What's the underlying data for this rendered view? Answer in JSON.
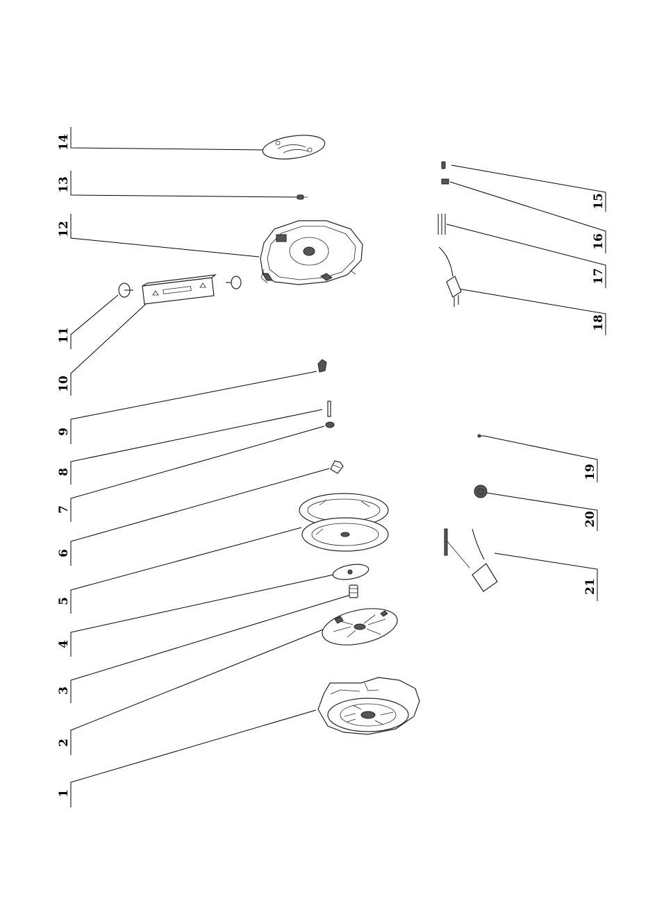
{
  "callouts": [
    {
      "id": "1",
      "label": "1"
    },
    {
      "id": "2",
      "label": "2"
    },
    {
      "id": "3",
      "label": "3"
    },
    {
      "id": "4",
      "label": "4"
    },
    {
      "id": "5",
      "label": "5"
    },
    {
      "id": "6",
      "label": "6"
    },
    {
      "id": "7",
      "label": "7"
    },
    {
      "id": "8",
      "label": "8"
    },
    {
      "id": "9",
      "label": "9"
    },
    {
      "id": "10",
      "label": "10"
    },
    {
      "id": "11",
      "label": "11"
    },
    {
      "id": "12",
      "label": "12"
    },
    {
      "id": "13",
      "label": "13"
    },
    {
      "id": "14",
      "label": "14"
    },
    {
      "id": "15",
      "label": "15"
    },
    {
      "id": "16",
      "label": "16"
    },
    {
      "id": "17",
      "label": "17"
    },
    {
      "id": "18",
      "label": "18"
    },
    {
      "id": "19",
      "label": "19"
    },
    {
      "id": "20",
      "label": "20"
    },
    {
      "id": "21",
      "label": "21"
    }
  ],
  "colors": {
    "line": "#000000",
    "background": "#ffffff"
  }
}
